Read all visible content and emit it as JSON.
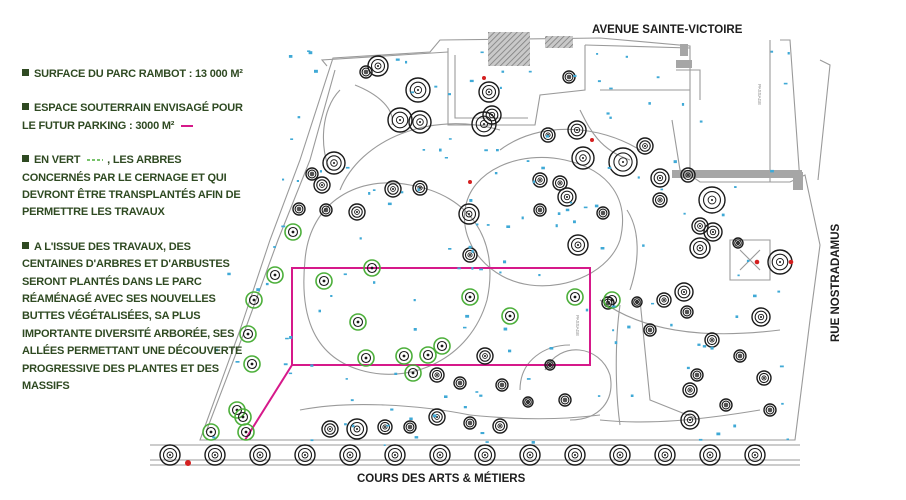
{
  "legend": [
    {
      "text": "SURFACE DU PARC RAMBOT : 13 000 m²"
    },
    {
      "text": "ESPACE SOUTERRAIN ENVISAGÉ POUR LE FUTUR PARKING : 3000 m²",
      "suffix_symbol": "magenta-line"
    },
    {
      "prefix": "EN VERT",
      "text": ", LES ARBRES CONCERNÉS PAR LE CERNAGE ET QUI DEVRONT ÊTRE TRANSPLANTÉS AFIN DE PERMETTRE LES TRAVAUX",
      "prefix_symbol": "green-dashed-line"
    },
    {
      "text": "A L'ISSUE DES TRAVAUX, DES CENTAINES D'ARBRES ET D'ARBUSTES SERONT PLANTÉS DANS LE PARC RÉAMÉNAGÉ AVEC SES NOUVELLES BUTTES VÉGÉTALISÉES, SA PLUS IMPORTANTE DIVERSITÉ ARBORÉE, SES ALLÉES PERMETTANT UNE DÉCOUVERTE PROGRESSIVE DES PLANTES ET DES MASSIFS"
    }
  ],
  "streets": {
    "north": "AVENUE SAINTE-VICTOIRE",
    "east": "RUE NOSTRADAMUS",
    "south": "COURS DES ARTS & MÉTIERS"
  },
  "colors": {
    "legend_text": "#2f4a22",
    "parking_outline": "#d6198a",
    "transplant_trees": "#4caf3a",
    "tree_canopy": "#1a1a1a",
    "plan_lines": "#9a9a9a",
    "water_points": "#3fa9d6",
    "markers": "#d42020",
    "building_hatch": "#8c8c8c"
  },
  "icons": {
    "legend_bullet": "square-bullet-icon",
    "tree": "tree-canopy-icon",
    "transplant_tree": "transplant-tree-icon"
  }
}
